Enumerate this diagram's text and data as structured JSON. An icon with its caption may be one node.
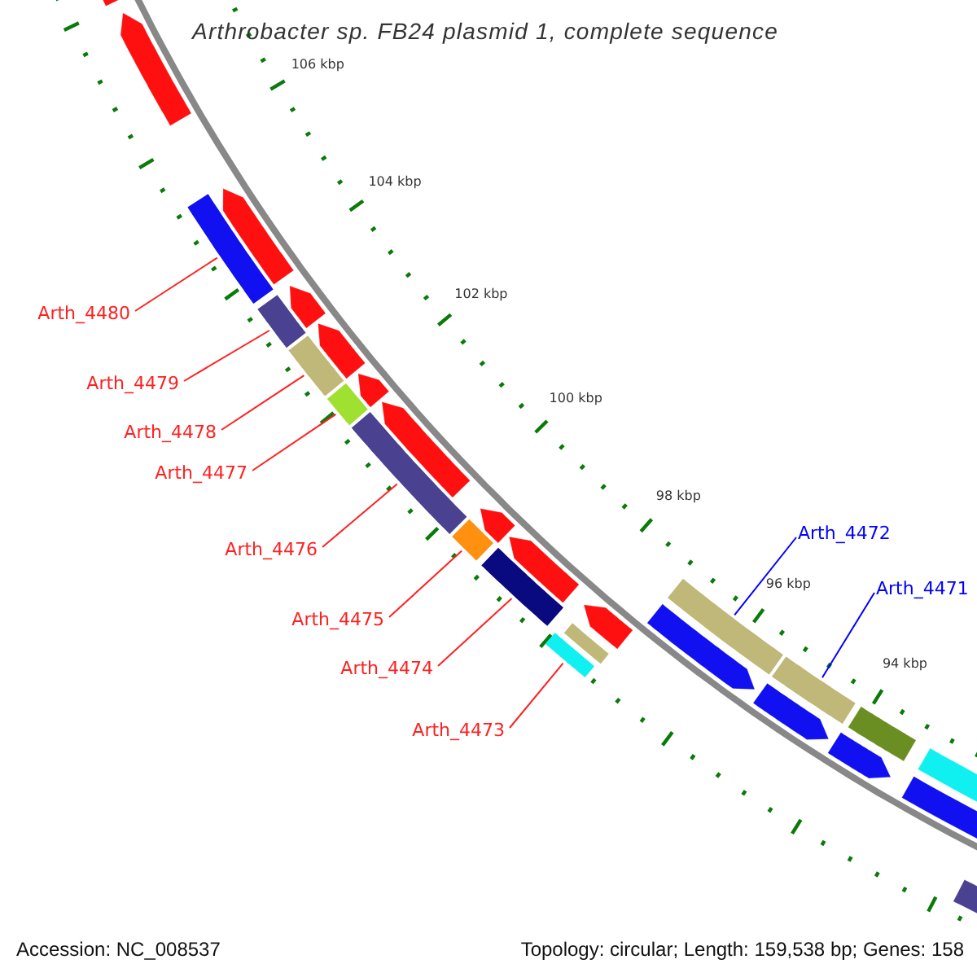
{
  "diagram": {
    "title": "Arthrobacter sp. FB24 plasmid 1, complete sequence",
    "nodes": [
      {
        "text": [
          "Arth_4480"
        ]
      },
      {
        "text": [
          "Arth_4479"
        ]
      },
      {
        "text": [
          "Arth_4478"
        ]
      },
      {
        "text": [
          "Arth_4477"
        ]
      },
      {
        "text": [
          "Arth_4472"
        ]
      },
      {
        "text": [
          "Arth_4476"
        ]
      },
      {
        "text": [
          "Arth_4471"
        ]
      },
      {
        "text": [
          "Arth_4475"
        ]
      },
      {
        "text": [
          "Arth_4474"
        ]
      },
      {
        "text": [
          "Arth_4473"
        ]
      },
      {
        "text": [],
        "shape": "bar"
      },
      {
        "text": [],
        "shape": "bar"
      },
      {
        "text": [],
        "shape": "bar"
      },
      {
        "text": [],
        "shape": "bar"
      },
      {
        "text": [],
        "shape": "bar"
      },
      {
        "text": [],
        "shape": "bar"
      },
      {
        "text": [],
        "shape": "bar"
      },
      {
        "text": [],
        "shape": "bar"
      },
      {
        "text": [],
        "shape": "bar"
      },
      {
        "text": [],
        "shape": "bar"
      }
    ],
    "edges": [
      {
        "from": 0,
        "to": 10,
        "arrow": "none"
      },
      {
        "from": 1,
        "to": 11,
        "arrow": "none"
      },
      {
        "from": 2,
        "to": 12,
        "arrow": "none"
      },
      {
        "from": 3,
        "to": 13,
        "arrow": "none"
      },
      {
        "from": 4,
        "to": 14,
        "arrow": "none",
        "color": "#0000ff"
      },
      {
        "from": 5,
        "to": 15,
        "arrow": "none"
      },
      {
        "from": 6,
        "to": 16,
        "arrow": "none",
        "color": "#0000ff"
      },
      {
        "from": 7,
        "to": 17,
        "arrow": "none"
      },
      {
        "from": 8,
        "to": 18,
        "arrow": "none"
      },
      {
        "from": 9,
        "to": 19,
        "arrow": "none"
      }
    ],
    "labels": [
      "106 kbp",
      "104 kbp",
      "102 kbp",
      "100 kbp",
      "98 kbp",
      "96 kbp",
      "94 kbp",
      "Accession: NC_008537",
      "Topology: circular; Length: 159,538 bp; Genes: 158"
    ]
  }
}
